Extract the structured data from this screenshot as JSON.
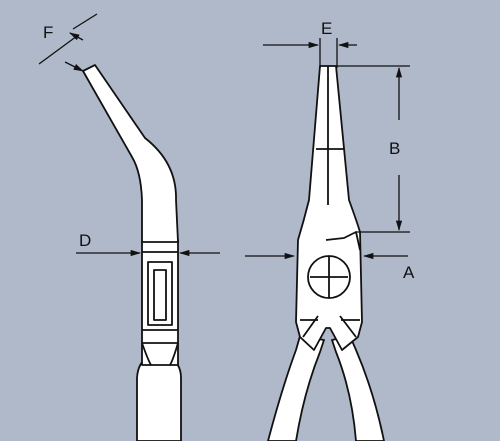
{
  "colors": {
    "background": "#afb9c9",
    "fill": "#ffffff",
    "stroke": "#111111"
  },
  "labels": {
    "A": "A",
    "B": "B",
    "D": "D",
    "E": "E",
    "F": "F"
  }
}
